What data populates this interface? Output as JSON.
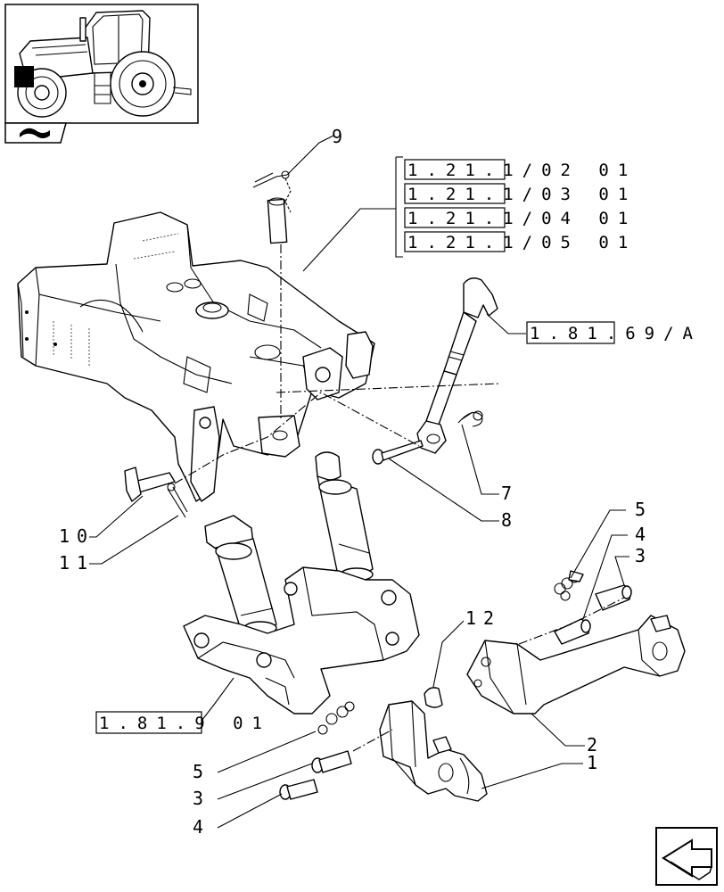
{
  "references": {
    "ref_1_21_1_02": "1.21.1/02 01",
    "ref_1_21_1_03": "1.21.1/03 01",
    "ref_1_21_1_04": "1.21.1/04 01",
    "ref_1_21_1_05": "1.21.1/05 01",
    "ref_1_81_69": "1.81.69/A",
    "ref_1_81_9": "1.81.9 01"
  },
  "callouts": {
    "c1": "1",
    "c2": "2",
    "c3_right": "3",
    "c3_left": "3",
    "c4_right": "4",
    "c4_left": "4",
    "c5_right": "5",
    "c5_left": "5",
    "c7": "7",
    "c8": "8",
    "c9": "9",
    "c10": "10",
    "c11": "11",
    "c12": "12"
  },
  "icons": {
    "thumbnail": "tractor-thumbnail-icon",
    "section": "lift-link-section-icon",
    "nav": "next-page-arrow-icon"
  }
}
